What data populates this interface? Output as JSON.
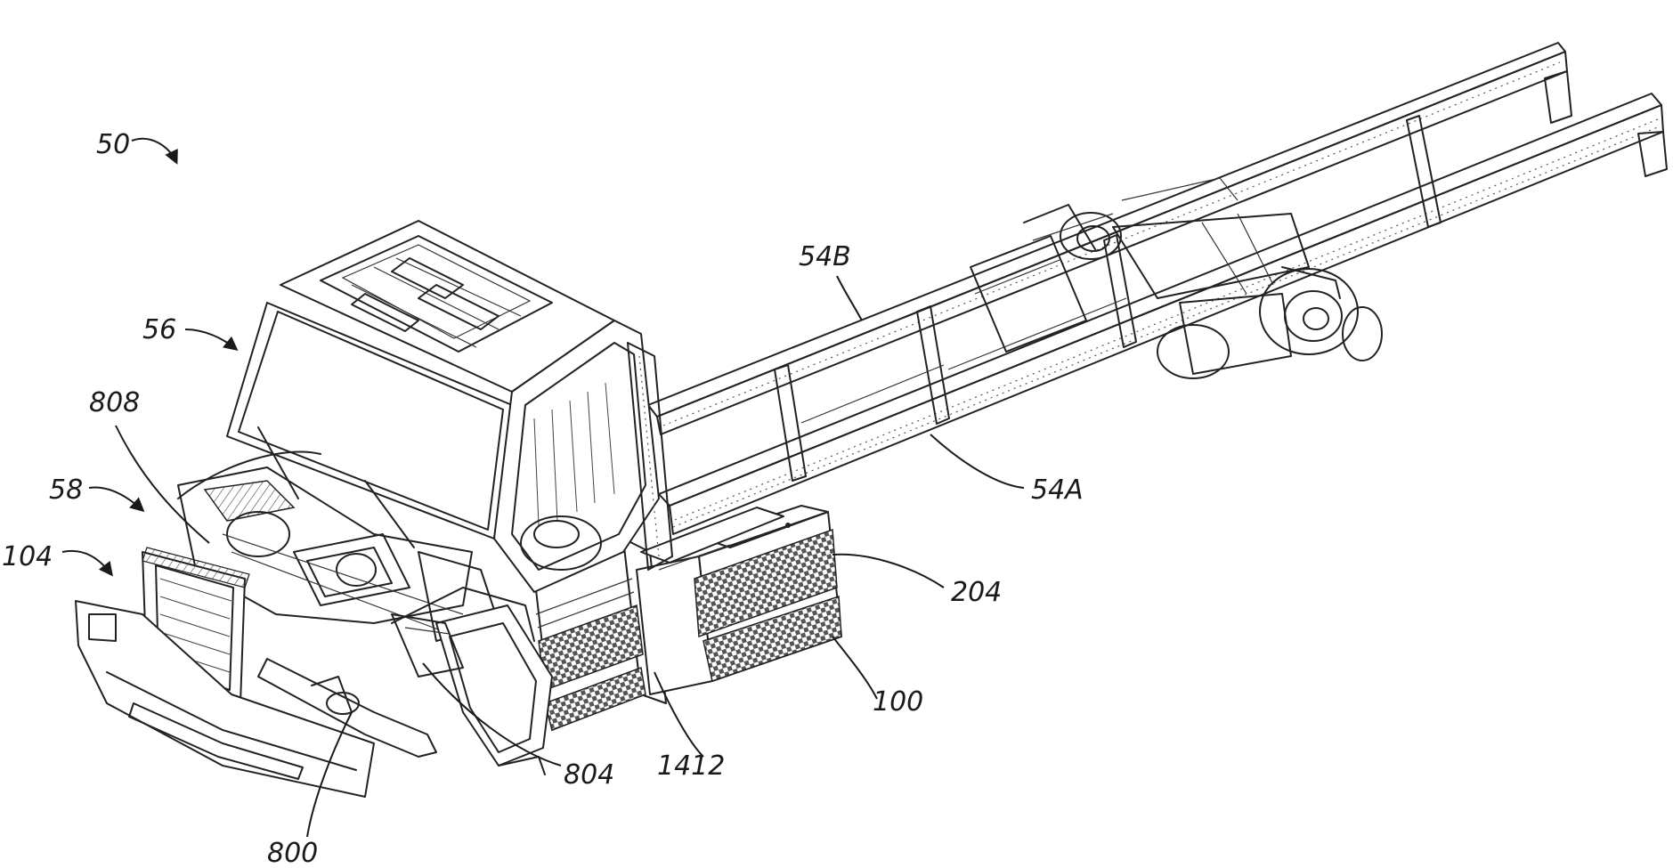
{
  "figure": {
    "labels": {
      "l50": "50",
      "l56": "56",
      "l808": "808",
      "l58": "58",
      "l104": "104",
      "l54B": "54B",
      "l54A": "54A",
      "l204": "204",
      "l100": "100",
      "l1412": "1412",
      "l804": "804",
      "l800": "800"
    }
  }
}
